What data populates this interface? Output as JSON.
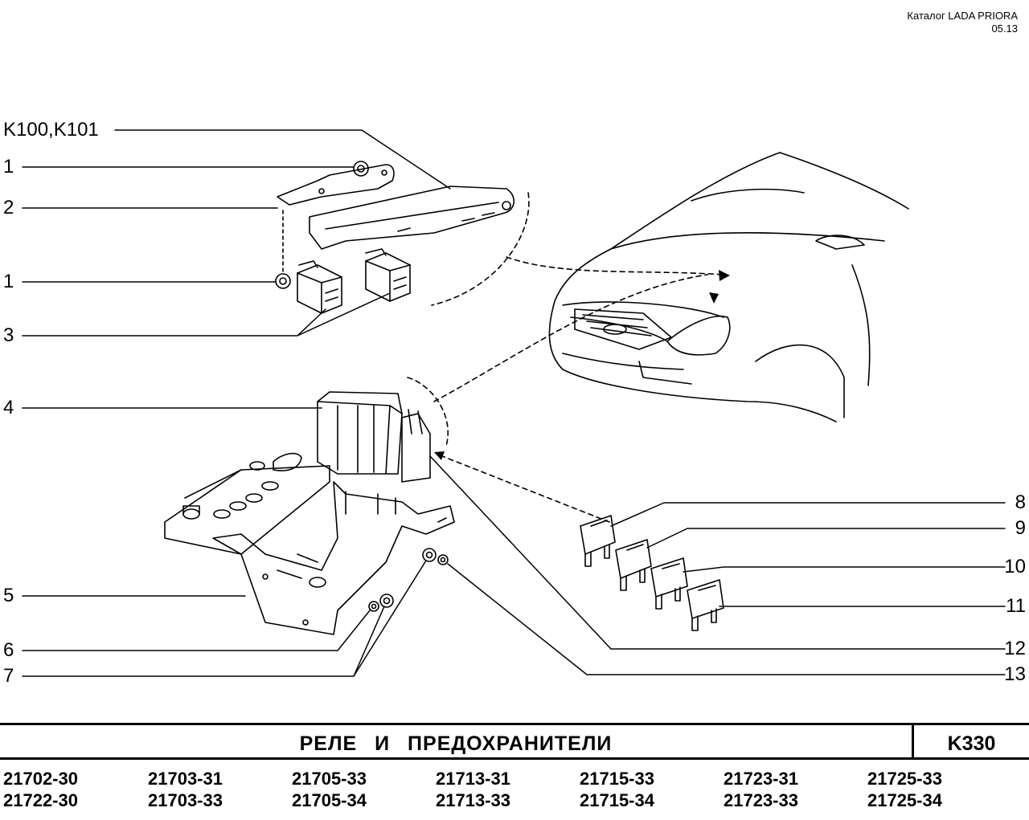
{
  "header": {
    "catalog": "Каталог  LADA  PRIORA",
    "date": "05.13"
  },
  "callouts_left": [
    "K100,K101",
    "1",
    "2",
    "1",
    "3",
    "4",
    "5",
    "6",
    "7"
  ],
  "callouts_right": [
    "8",
    "9",
    "10",
    "11",
    "12",
    "13"
  ],
  "title_block": {
    "title": "РЕЛЕ   И   ПРЕДОХРАНИТЕЛИ",
    "code": "K330"
  },
  "models": [
    [
      "21702-30",
      "21722-30"
    ],
    [
      "21703-31",
      "21703-33"
    ],
    [
      "21705-33",
      "21705-34"
    ],
    [
      "21713-31",
      "21713-33"
    ],
    [
      "21715-33",
      "21715-34"
    ],
    [
      "21723-31",
      "21723-33"
    ],
    [
      "21725-33",
      "21725-34"
    ]
  ]
}
